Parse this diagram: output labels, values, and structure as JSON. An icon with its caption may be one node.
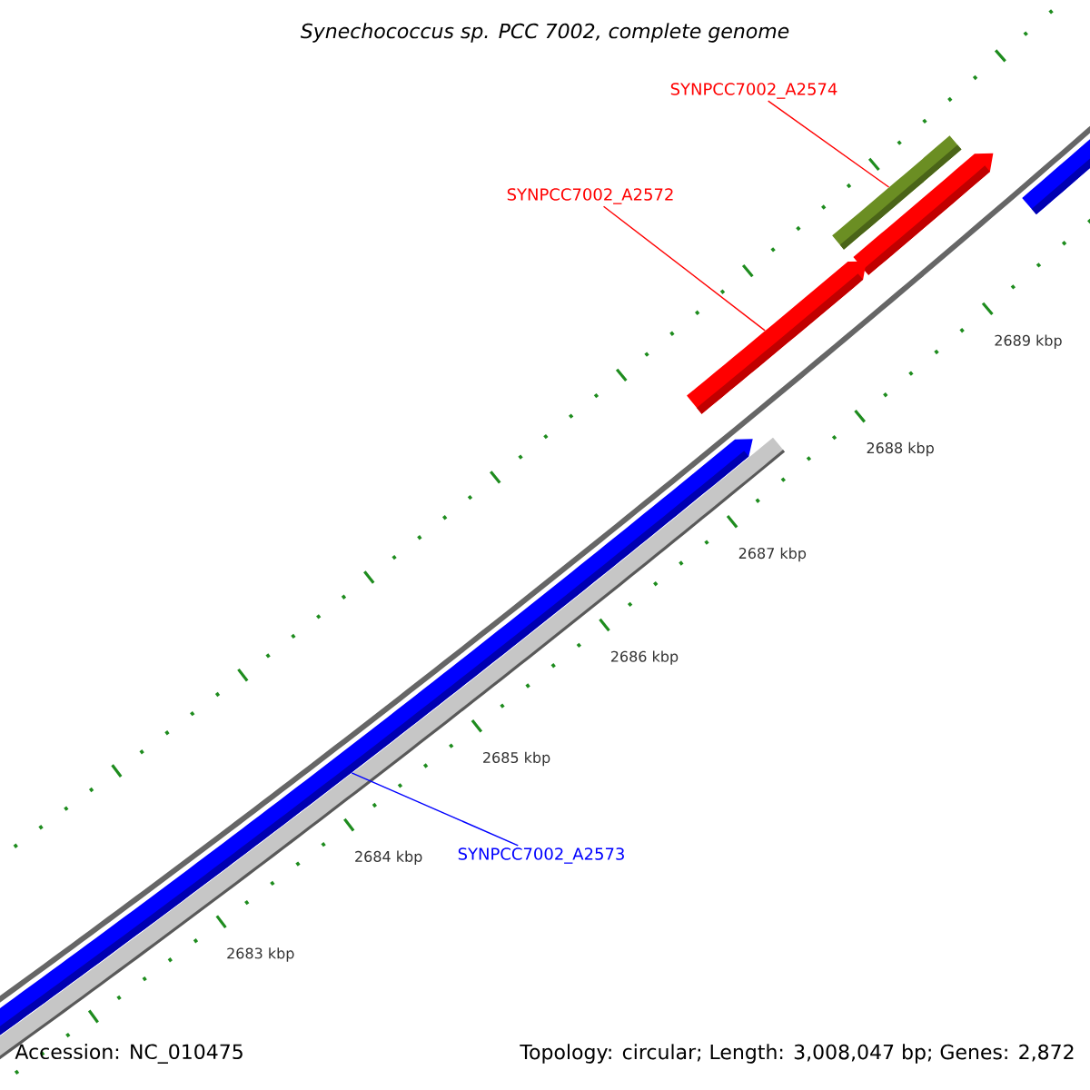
{
  "diagram": {
    "title": "Synechococcus sp. PCC 7002, complete genome",
    "nodes": [
      {
        "text": [
          "SYNPCC7002_A2574"
        ]
      },
      {
        "text": [],
        "shape": "bar"
      },
      {
        "text": [
          "SYNPCC7002_A2572"
        ]
      },
      {
        "text": [],
        "shape": "bar"
      },
      {
        "text": [],
        "shape": "bar"
      },
      {
        "text": [
          "SYNPCC7002_A2573"
        ]
      }
    ],
    "edges": [
      {
        "from": 0,
        "to": 1,
        "arrow": "none"
      },
      {
        "from": 2,
        "to": 3,
        "arrow": "none"
      },
      {
        "from": 5,
        "to": 4,
        "arrow": "none",
        "color": "#0000ff"
      }
    ],
    "labels": [
      "2689 kbp",
      "2688 kbp",
      "2687 kbp",
      "2686 kbp",
      "2685 kbp",
      "2684 kbp",
      "2683 kbp",
      "Accession: NC_010475",
      "Topology: circular; Length: 3,008,047 bp; Genes: 2,872"
    ]
  }
}
